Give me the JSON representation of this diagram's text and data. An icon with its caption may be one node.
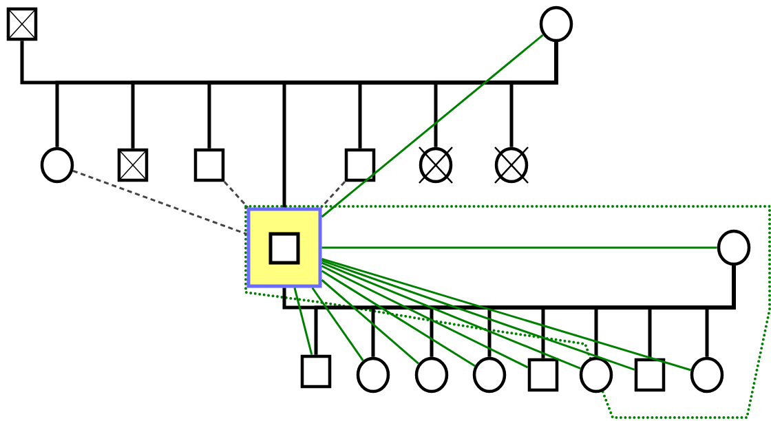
{
  "diagram": {
    "nodes": [
      {
        "text": [],
        "shape": "box"
      },
      {
        "text": [],
        "shape": "circle"
      },
      {
        "text": [],
        "shape": "circle"
      },
      {
        "text": [],
        "shape": "box"
      },
      {
        "text": [],
        "shape": "box"
      },
      {
        "text": [],
        "shape": "box"
      },
      {
        "text": [],
        "shape": "circle"
      },
      {
        "text": [],
        "shape": "circle"
      },
      {
        "text": [],
        "shape": "box"
      },
      {
        "text": [],
        "shape": "circle"
      },
      {
        "text": [],
        "shape": "box"
      },
      {
        "text": [],
        "shape": "circle"
      },
      {
        "text": [],
        "shape": "circle"
      },
      {
        "text": [],
        "shape": "circle"
      },
      {
        "text": [],
        "shape": "box"
      },
      {
        "text": [],
        "shape": "circle"
      },
      {
        "text": [],
        "shape": "box"
      },
      {
        "text": [],
        "shape": "circle"
      }
    ],
    "edges": [
      {
        "from": 0,
        "to": 1,
        "arrow": "none"
      },
      {
        "from": 1,
        "to": 2,
        "arrow": "none"
      },
      {
        "from": 1,
        "to": 3,
        "arrow": "none"
      },
      {
        "from": 1,
        "to": 4,
        "arrow": "none"
      },
      {
        "from": 1,
        "to": 8,
        "arrow": "none"
      },
      {
        "from": 1,
        "to": 5,
        "arrow": "none"
      },
      {
        "from": 1,
        "to": 6,
        "arrow": "none"
      },
      {
        "from": 1,
        "to": 7,
        "arrow": "none"
      },
      {
        "from": 1,
        "to": 8,
        "arrow": "none",
        "color": "#008000"
      },
      {
        "from": 2,
        "to": 8,
        "arrow": "none",
        "style": "dashed",
        "color": "#444444"
      },
      {
        "from": 4,
        "to": 8,
        "arrow": "none",
        "style": "dashed",
        "color": "#444444"
      },
      {
        "from": 5,
        "to": 8,
        "arrow": "none",
        "style": "dashed",
        "color": "#444444"
      },
      {
        "from": 8,
        "to": 9,
        "arrow": "none"
      },
      {
        "from": 8,
        "to": 9,
        "arrow": "none",
        "color": "#008000"
      },
      {
        "from": 9,
        "to": 10,
        "arrow": "none"
      },
      {
        "from": 9,
        "to": 11,
        "arrow": "none"
      },
      {
        "from": 9,
        "to": 12,
        "arrow": "none"
      },
      {
        "from": 9,
        "to": 13,
        "arrow": "none"
      },
      {
        "from": 9,
        "to": 14,
        "arrow": "none"
      },
      {
        "from": 9,
        "to": 15,
        "arrow": "none"
      },
      {
        "from": 9,
        "to": 16,
        "arrow": "none"
      },
      {
        "from": 9,
        "to": 17,
        "arrow": "none"
      },
      {
        "from": 8,
        "to": 10,
        "arrow": "none",
        "color": "#008000"
      },
      {
        "from": 8,
        "to": 11,
        "arrow": "none",
        "color": "#008000"
      },
      {
        "from": 8,
        "to": 12,
        "arrow": "none",
        "color": "#008000"
      },
      {
        "from": 8,
        "to": 13,
        "arrow": "none",
        "color": "#008000"
      },
      {
        "from": 8,
        "to": 14,
        "arrow": "none",
        "color": "#008000"
      },
      {
        "from": 8,
        "to": 15,
        "arrow": "none",
        "color": "#008000"
      },
      {
        "from": 8,
        "to": 16,
        "arrow": "none",
        "color": "#008000"
      },
      {
        "from": 8,
        "to": 17,
        "arrow": "none",
        "color": "#008000"
      }
    ]
  }
}
